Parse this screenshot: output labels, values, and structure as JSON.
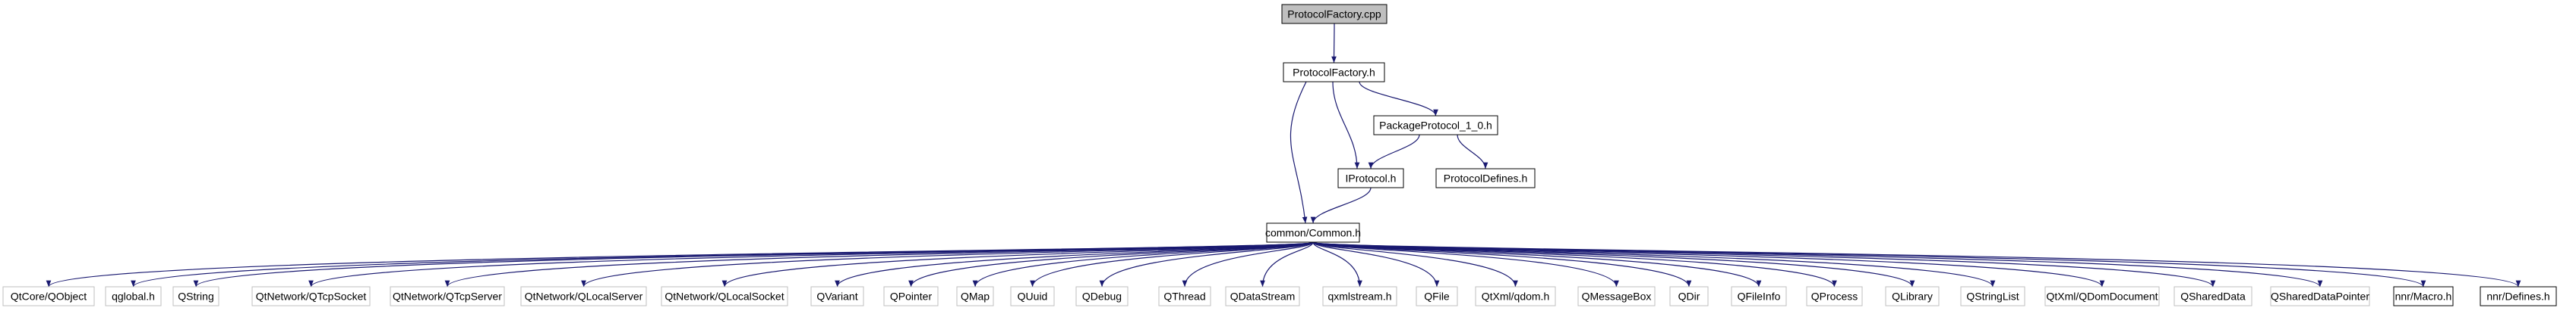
{
  "nodes": {
    "root": {
      "label": "ProtocolFactory.cpp",
      "style": "root"
    },
    "pf_h": {
      "label": "ProtocolFactory.h",
      "style": "doc"
    },
    "pkg": {
      "label": "PackageProtocol_1_0.h",
      "style": "doc"
    },
    "iproto": {
      "label": "IProtocol.h",
      "style": "doc"
    },
    "pdefs": {
      "label": "ProtocolDefines.h",
      "style": "doc"
    },
    "common": {
      "label": "common/Common.h",
      "style": "doc"
    },
    "b0": {
      "label": "QtCore/QObject",
      "style": "ext"
    },
    "b1": {
      "label": "qglobal.h",
      "style": "ext"
    },
    "b2": {
      "label": "QString",
      "style": "ext"
    },
    "b3": {
      "label": "QtNetwork/QTcpSocket",
      "style": "ext"
    },
    "b4": {
      "label": "QtNetwork/QTcpServer",
      "style": "ext"
    },
    "b5": {
      "label": "QtNetwork/QLocalServer",
      "style": "ext"
    },
    "b6": {
      "label": "QtNetwork/QLocalSocket",
      "style": "ext"
    },
    "b7": {
      "label": "QVariant",
      "style": "ext"
    },
    "b8": {
      "label": "QPointer",
      "style": "ext"
    },
    "b9": {
      "label": "QMap",
      "style": "ext"
    },
    "b10": {
      "label": "QUuid",
      "style": "ext"
    },
    "b11": {
      "label": "QDebug",
      "style": "ext"
    },
    "b12": {
      "label": "QThread",
      "style": "ext"
    },
    "b13": {
      "label": "QDataStream",
      "style": "ext"
    },
    "b14": {
      "label": "qxmlstream.h",
      "style": "ext"
    },
    "b15": {
      "label": "QFile",
      "style": "ext"
    },
    "b16": {
      "label": "QtXml/qdom.h",
      "style": "ext"
    },
    "b17": {
      "label": "QMessageBox",
      "style": "ext"
    },
    "b18": {
      "label": "QDir",
      "style": "ext"
    },
    "b19": {
      "label": "QFileInfo",
      "style": "ext"
    },
    "b20": {
      "label": "QProcess",
      "style": "ext"
    },
    "b21": {
      "label": "QLibrary",
      "style": "ext"
    },
    "b22": {
      "label": "QStringList",
      "style": "ext"
    },
    "b23": {
      "label": "QtXml/QDomDocument",
      "style": "ext"
    },
    "b24": {
      "label": "QSharedData",
      "style": "ext"
    },
    "b25": {
      "label": "QSharedDataPointer",
      "style": "ext"
    },
    "b26": {
      "label": "nnr/Macro.h",
      "style": "doc"
    },
    "b27": {
      "label": "nnr/Defines.h",
      "style": "doc"
    }
  },
  "edges": [
    [
      "root",
      "pf_h"
    ],
    [
      "pf_h",
      "pkg"
    ],
    [
      "pf_h",
      "iproto"
    ],
    [
      "pf_h",
      "common"
    ],
    [
      "pkg",
      "iproto"
    ],
    [
      "pkg",
      "pdefs"
    ],
    [
      "iproto",
      "common"
    ],
    [
      "common",
      "b0"
    ],
    [
      "common",
      "b1"
    ],
    [
      "common",
      "b2"
    ],
    [
      "common",
      "b3"
    ],
    [
      "common",
      "b4"
    ],
    [
      "common",
      "b5"
    ],
    [
      "common",
      "b6"
    ],
    [
      "common",
      "b7"
    ],
    [
      "common",
      "b8"
    ],
    [
      "common",
      "b9"
    ],
    [
      "common",
      "b10"
    ],
    [
      "common",
      "b11"
    ],
    [
      "common",
      "b12"
    ],
    [
      "common",
      "b13"
    ],
    [
      "common",
      "b14"
    ],
    [
      "common",
      "b15"
    ],
    [
      "common",
      "b16"
    ],
    [
      "common",
      "b17"
    ],
    [
      "common",
      "b18"
    ],
    [
      "common",
      "b19"
    ],
    [
      "common",
      "b20"
    ],
    [
      "common",
      "b21"
    ],
    [
      "common",
      "b22"
    ],
    [
      "common",
      "b23"
    ],
    [
      "common",
      "b24"
    ],
    [
      "common",
      "b25"
    ],
    [
      "common",
      "b26"
    ],
    [
      "common",
      "b27"
    ]
  ],
  "colors": {
    "edge": "#191970",
    "root_fill": "#bfbfbf",
    "doc_border": "#000000",
    "ext_border": "#bfbfbf"
  }
}
